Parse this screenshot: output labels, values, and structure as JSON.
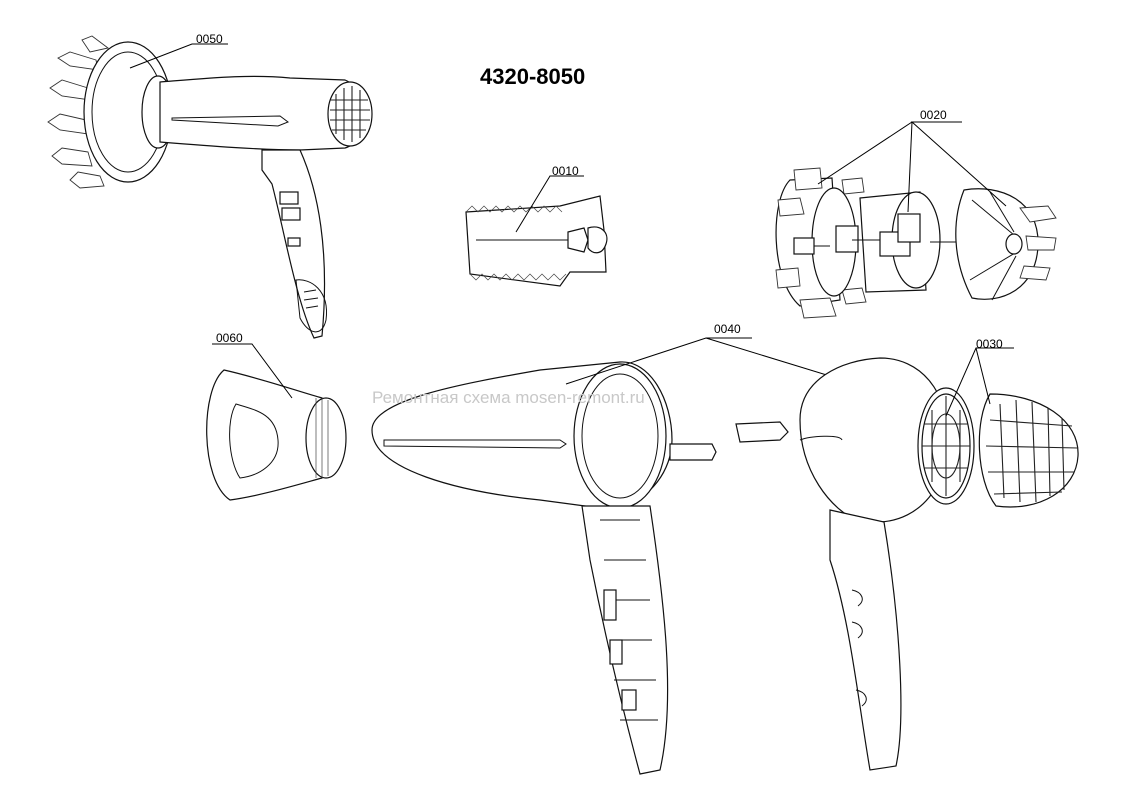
{
  "title": "4320-8050",
  "watermark": "Ремонтная схема mosen-remont.ru",
  "parts": [
    {
      "id": "0010"
    },
    {
      "id": "0020"
    },
    {
      "id": "0030"
    },
    {
      "id": "0040"
    },
    {
      "id": "0050"
    },
    {
      "id": "0060"
    }
  ]
}
